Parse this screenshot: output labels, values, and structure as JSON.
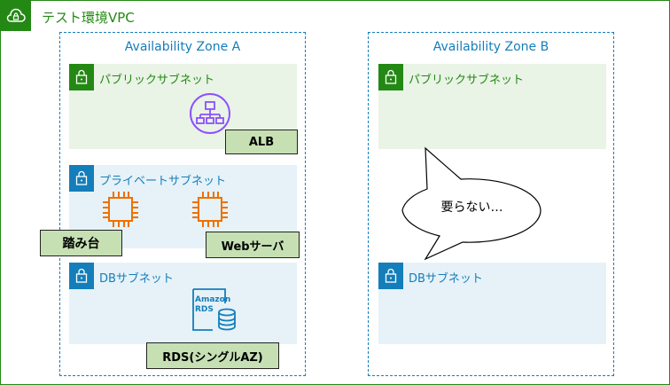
{
  "vpc": {
    "title": "テスト環境VPC",
    "icon": "cloud-lock-icon"
  },
  "zones": {
    "a": {
      "title": "Availability Zone A"
    },
    "b": {
      "title": "Availability Zone B"
    }
  },
  "subnets": {
    "a_public": {
      "label": "パブリックサブネット"
    },
    "a_private": {
      "label": "プライベートサブネット"
    },
    "a_db": {
      "label": "DBサブネット"
    },
    "b_public": {
      "label": "パブリックサブネット"
    },
    "b_db": {
      "label": "DBサブネット"
    }
  },
  "resources": {
    "alb": {
      "label": "ALB",
      "icon": "load-balancer-icon"
    },
    "bastion": {
      "label": "踏み台",
      "icon": "ec2-instance-icon"
    },
    "web": {
      "label": "Webサーバ",
      "icon": "ec2-instance-icon"
    },
    "rds": {
      "label": "RDS(シングルAZ)",
      "icon": "amazon-rds-icon",
      "icon_text_1": "Amazon",
      "icon_text_2": "RDS"
    }
  },
  "callout": {
    "text": "要らない…"
  },
  "colors": {
    "vpc_green": "#248814",
    "az_blue": "#147eba",
    "ec2_orange": "#ed7100",
    "alb_purple": "#8c4fff",
    "tag_fill": "#c6e0b4"
  }
}
